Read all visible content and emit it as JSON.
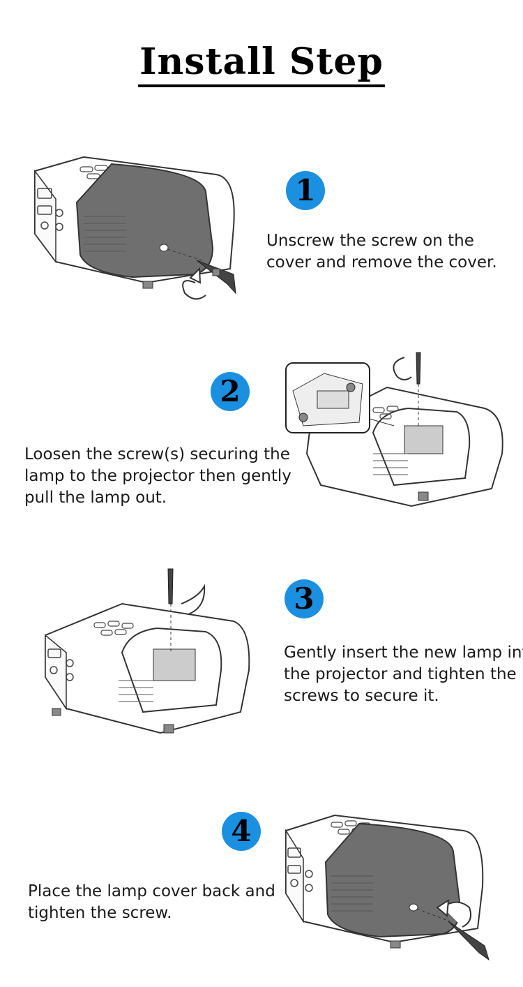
{
  "title": "Install  Step",
  "steps": [
    {
      "number": "1",
      "lines": [
        "Unscrew the screw on the",
        "cover and remove the cover."
      ]
    },
    {
      "number": "2",
      "lines": [
        "Loosen the screw(s) securing the",
        "lamp to the projector then gently",
        "pull the lamp out."
      ]
    },
    {
      "number": "3",
      "lines": [
        "Gently insert the new lamp into",
        "the projector and tighten the",
        "screws to secure it."
      ]
    },
    {
      "number": "4",
      "lines": [
        "Place the lamp cover back and",
        "tighten the screw."
      ]
    }
  ],
  "colors": {
    "badge": "#1b8fe0",
    "cover": "#6f6f6f",
    "text": "#1a1a1a"
  }
}
